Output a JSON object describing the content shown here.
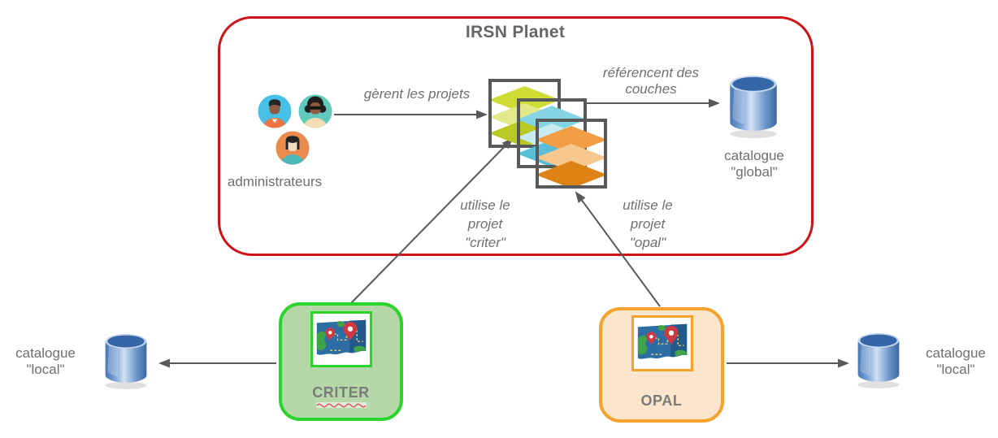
{
  "diagram": {
    "irsn": {
      "title": "IRSN Planet",
      "administrators_label": "administrateurs",
      "manage_arrow_label": "gèrent les projets",
      "reference_arrow_label": "référencent des\ncouches",
      "global_catalog_label": "catalogue\n\"global\"",
      "uses_criter_label": "utilise le\nprojet\n\"criter\"",
      "uses_opal_label": "utilise le\nprojet\n\"opal\""
    },
    "criter": {
      "name": "CRITER",
      "local_catalog_label": "catalogue\n\"local\""
    },
    "opal": {
      "name": "OPAL",
      "local_catalog_label": "catalogue\n\"local\""
    },
    "icons": {
      "administrators": "three-user-avatars",
      "project_stack": "map-layers-stack",
      "catalog": "database-cylinder",
      "project": "map-with-location-pins"
    },
    "colors": {
      "irsn_border": "#ce1216",
      "arrow_gray": "#58595b",
      "text_gray": "#6f6f6f",
      "criter_border": "#2bd42b",
      "criter_fill": "#b6d7a8",
      "opal_border": "#f6a32e",
      "opal_fill": "#fce5cd",
      "catalog_blue": "#3666a8",
      "layers_yellow": "#cfdc33",
      "layers_blue": "#85d4e3",
      "layers_orange": "#f09d44"
    }
  }
}
